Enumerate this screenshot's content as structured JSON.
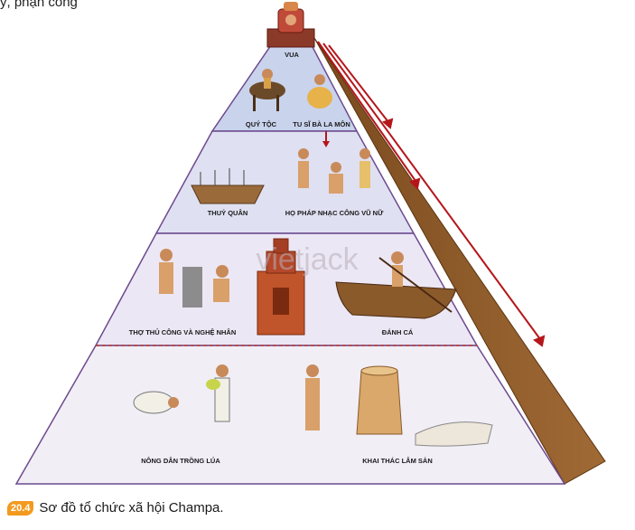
{
  "header_fragment": "ý, phận công",
  "levels": {
    "l1": {
      "top": "VUA",
      "left": "QUÝ TỘC",
      "right": "TU SĨ BÀ LA MÔN"
    },
    "l2": {
      "left": "THUỶ QUÂN",
      "right": "HỌ PHÁP  NHẠC CÔNG  VŨ NỮ"
    },
    "l3": {
      "left": "THỢ THỦ CÔNG VÀ NGHỆ NHÂN",
      "right": "ĐÁNH CÁ"
    },
    "l4": {
      "left": "NÔNG DÂN TRỒNG LÚA",
      "right": "KHAI THÁC LÂM SẢN"
    }
  },
  "watermark": "vietjack",
  "caption": {
    "number": "20.4",
    "text": "Sơ đồ tổ chức xã hội Champa."
  },
  "colors": {
    "tier1": "#c9d3ec",
    "tier2": "#dfe0f2",
    "tier3": "#ece7f5",
    "tier4": "#f1eef6",
    "side": "#8b5a2b",
    "border": "#6d4a8e",
    "arrow": "#b5161b",
    "badge": "#f39a1e"
  }
}
